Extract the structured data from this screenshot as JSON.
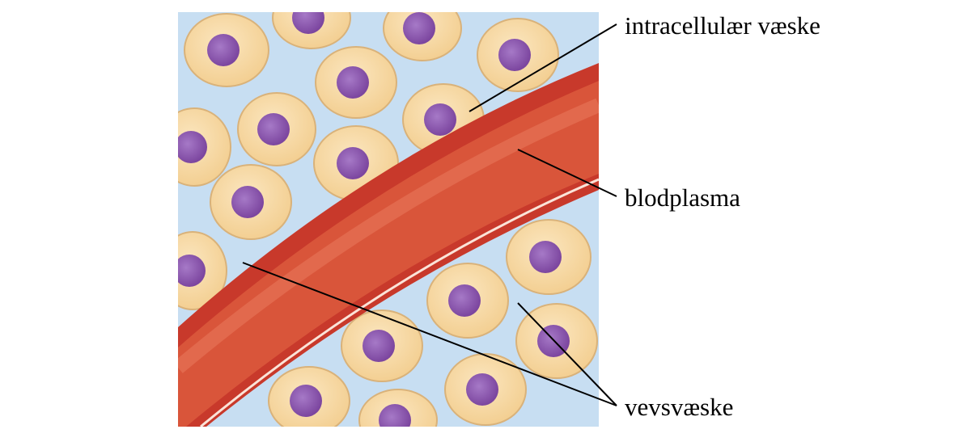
{
  "labels": {
    "intracellular": "intracellulær væske",
    "plasma": "blodplasma",
    "interstitial": "vevsvæske"
  },
  "colors": {
    "background_fluid": "#c7def2",
    "cell_fill": "#f7d9a4",
    "cell_edge": "#d9b27a",
    "nucleus": "#8e5ab4",
    "vessel_outer": "#c8392b",
    "vessel_inner": "#d9553a"
  }
}
